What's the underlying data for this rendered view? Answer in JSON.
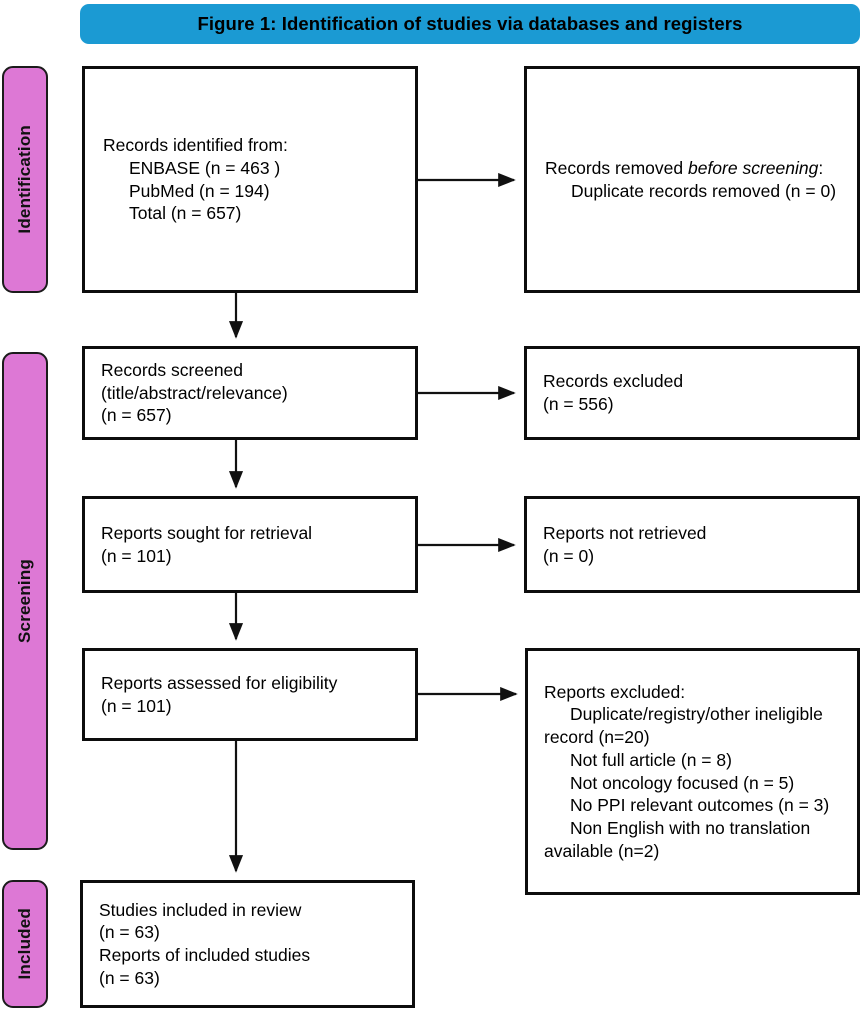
{
  "figure": {
    "title": "Figure 1: Identification of studies via databases and registers",
    "accent_blue": "#1b9ad3",
    "accent_pink": "#dd78d5",
    "border_color": "#0d0d0d"
  },
  "phases": {
    "identification": "Identification",
    "screening": "Screening",
    "included": "Included"
  },
  "nodes": {
    "identified": {
      "line1": "Records identified from:",
      "line2": "ENBASE (n = 463 )",
      "line3": "PubMed (n = 194)",
      "line4": "Total (n = 657)"
    },
    "removed": {
      "line1_prefix": "Records removed ",
      "line1_italic": "before screening",
      "line1_suffix": ":",
      "line2": "Duplicate records removed (n = 0)"
    },
    "screened": {
      "line1": "Records screened",
      "line2": "(title/abstract/relevance)",
      "line3": "(n = 657)"
    },
    "excluded_screening": {
      "line1": "Records excluded",
      "line2": "(n = 556)"
    },
    "sought": {
      "line1": "Reports sought for retrieval",
      "line2": "(n = 101)"
    },
    "not_retrieved": {
      "line1": "Reports not retrieved",
      "line2": "(n = 0)"
    },
    "assessed": {
      "line1": "Reports assessed for eligibility",
      "line2": "(n = 101)"
    },
    "excluded_reports": {
      "heading": "Reports excluded:",
      "reasons": [
        "Duplicate/registry/other ineligible record (n=20)",
        "Not full article (n = 8)",
        "Not oncology focused (n = 5)",
        "No PPI relevant outcomes (n = 3)",
        "Non English with no translation available (n=2)"
      ]
    },
    "included": {
      "line1": "Studies included in review",
      "line2": "(n = 63)",
      "line3": "Reports of included studies",
      "line4": "(n = 63)"
    }
  },
  "counts": {
    "embase": 463,
    "pubmed": 194,
    "total_identified": 657,
    "duplicates_removed": 0,
    "screened": 657,
    "excluded_screening": 556,
    "sought_for_retrieval": 101,
    "not_retrieved": 0,
    "assessed_for_eligibility": 101,
    "excluded_duplicate_registry": 20,
    "excluded_not_full_article": 8,
    "excluded_not_oncology": 5,
    "excluded_no_ppi_outcomes": 3,
    "excluded_non_english": 2,
    "studies_included": 63,
    "reports_included": 63
  }
}
